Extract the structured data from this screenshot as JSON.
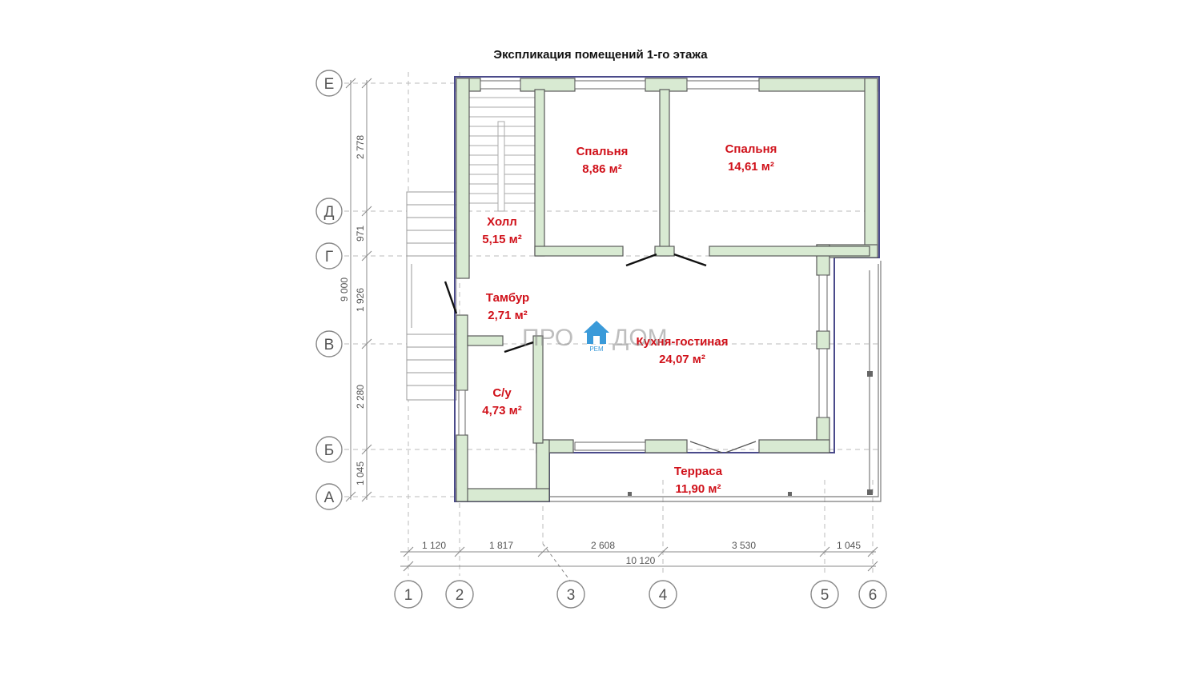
{
  "title": "Экспликация помещений 1-го этажа",
  "rooms": [
    {
      "name": "Спальня",
      "area": "8,86 м²"
    },
    {
      "name": "Спальня",
      "area": "14,61 м²"
    },
    {
      "name": "Холл",
      "area": "5,15 м²"
    },
    {
      "name": "Тамбур",
      "area": "2,71 м²"
    },
    {
      "name": "Кухня-гостиная",
      "area": "24,07 м²"
    },
    {
      "name": "С/у",
      "area": "4,73 м²"
    },
    {
      "name": "Терраса",
      "area": "11,90 м²"
    }
  ],
  "axes": {
    "rows": [
      "Е",
      "Д",
      "Г",
      "В",
      "Б",
      "А"
    ],
    "columns": [
      "1",
      "2",
      "3",
      "4",
      "5",
      "6"
    ]
  },
  "dimensions": {
    "left_segments": [
      "2 778",
      "971",
      "1 926",
      "2 280",
      "1 045"
    ],
    "left_total": "9 000",
    "bottom_segments": [
      "1 120",
      "1 817",
      "2 608",
      "3 530",
      "1 045"
    ],
    "bottom_total": "10 120"
  },
  "watermark": {
    "left": "ПРО",
    "right": "ДОМ",
    "sub": "РЕМ"
  },
  "colors": {
    "wall_fill": "#d8ead2",
    "wall_stroke": "#5a5a5a",
    "outline": "#3d3d7a",
    "room_text": "#d0111a"
  }
}
